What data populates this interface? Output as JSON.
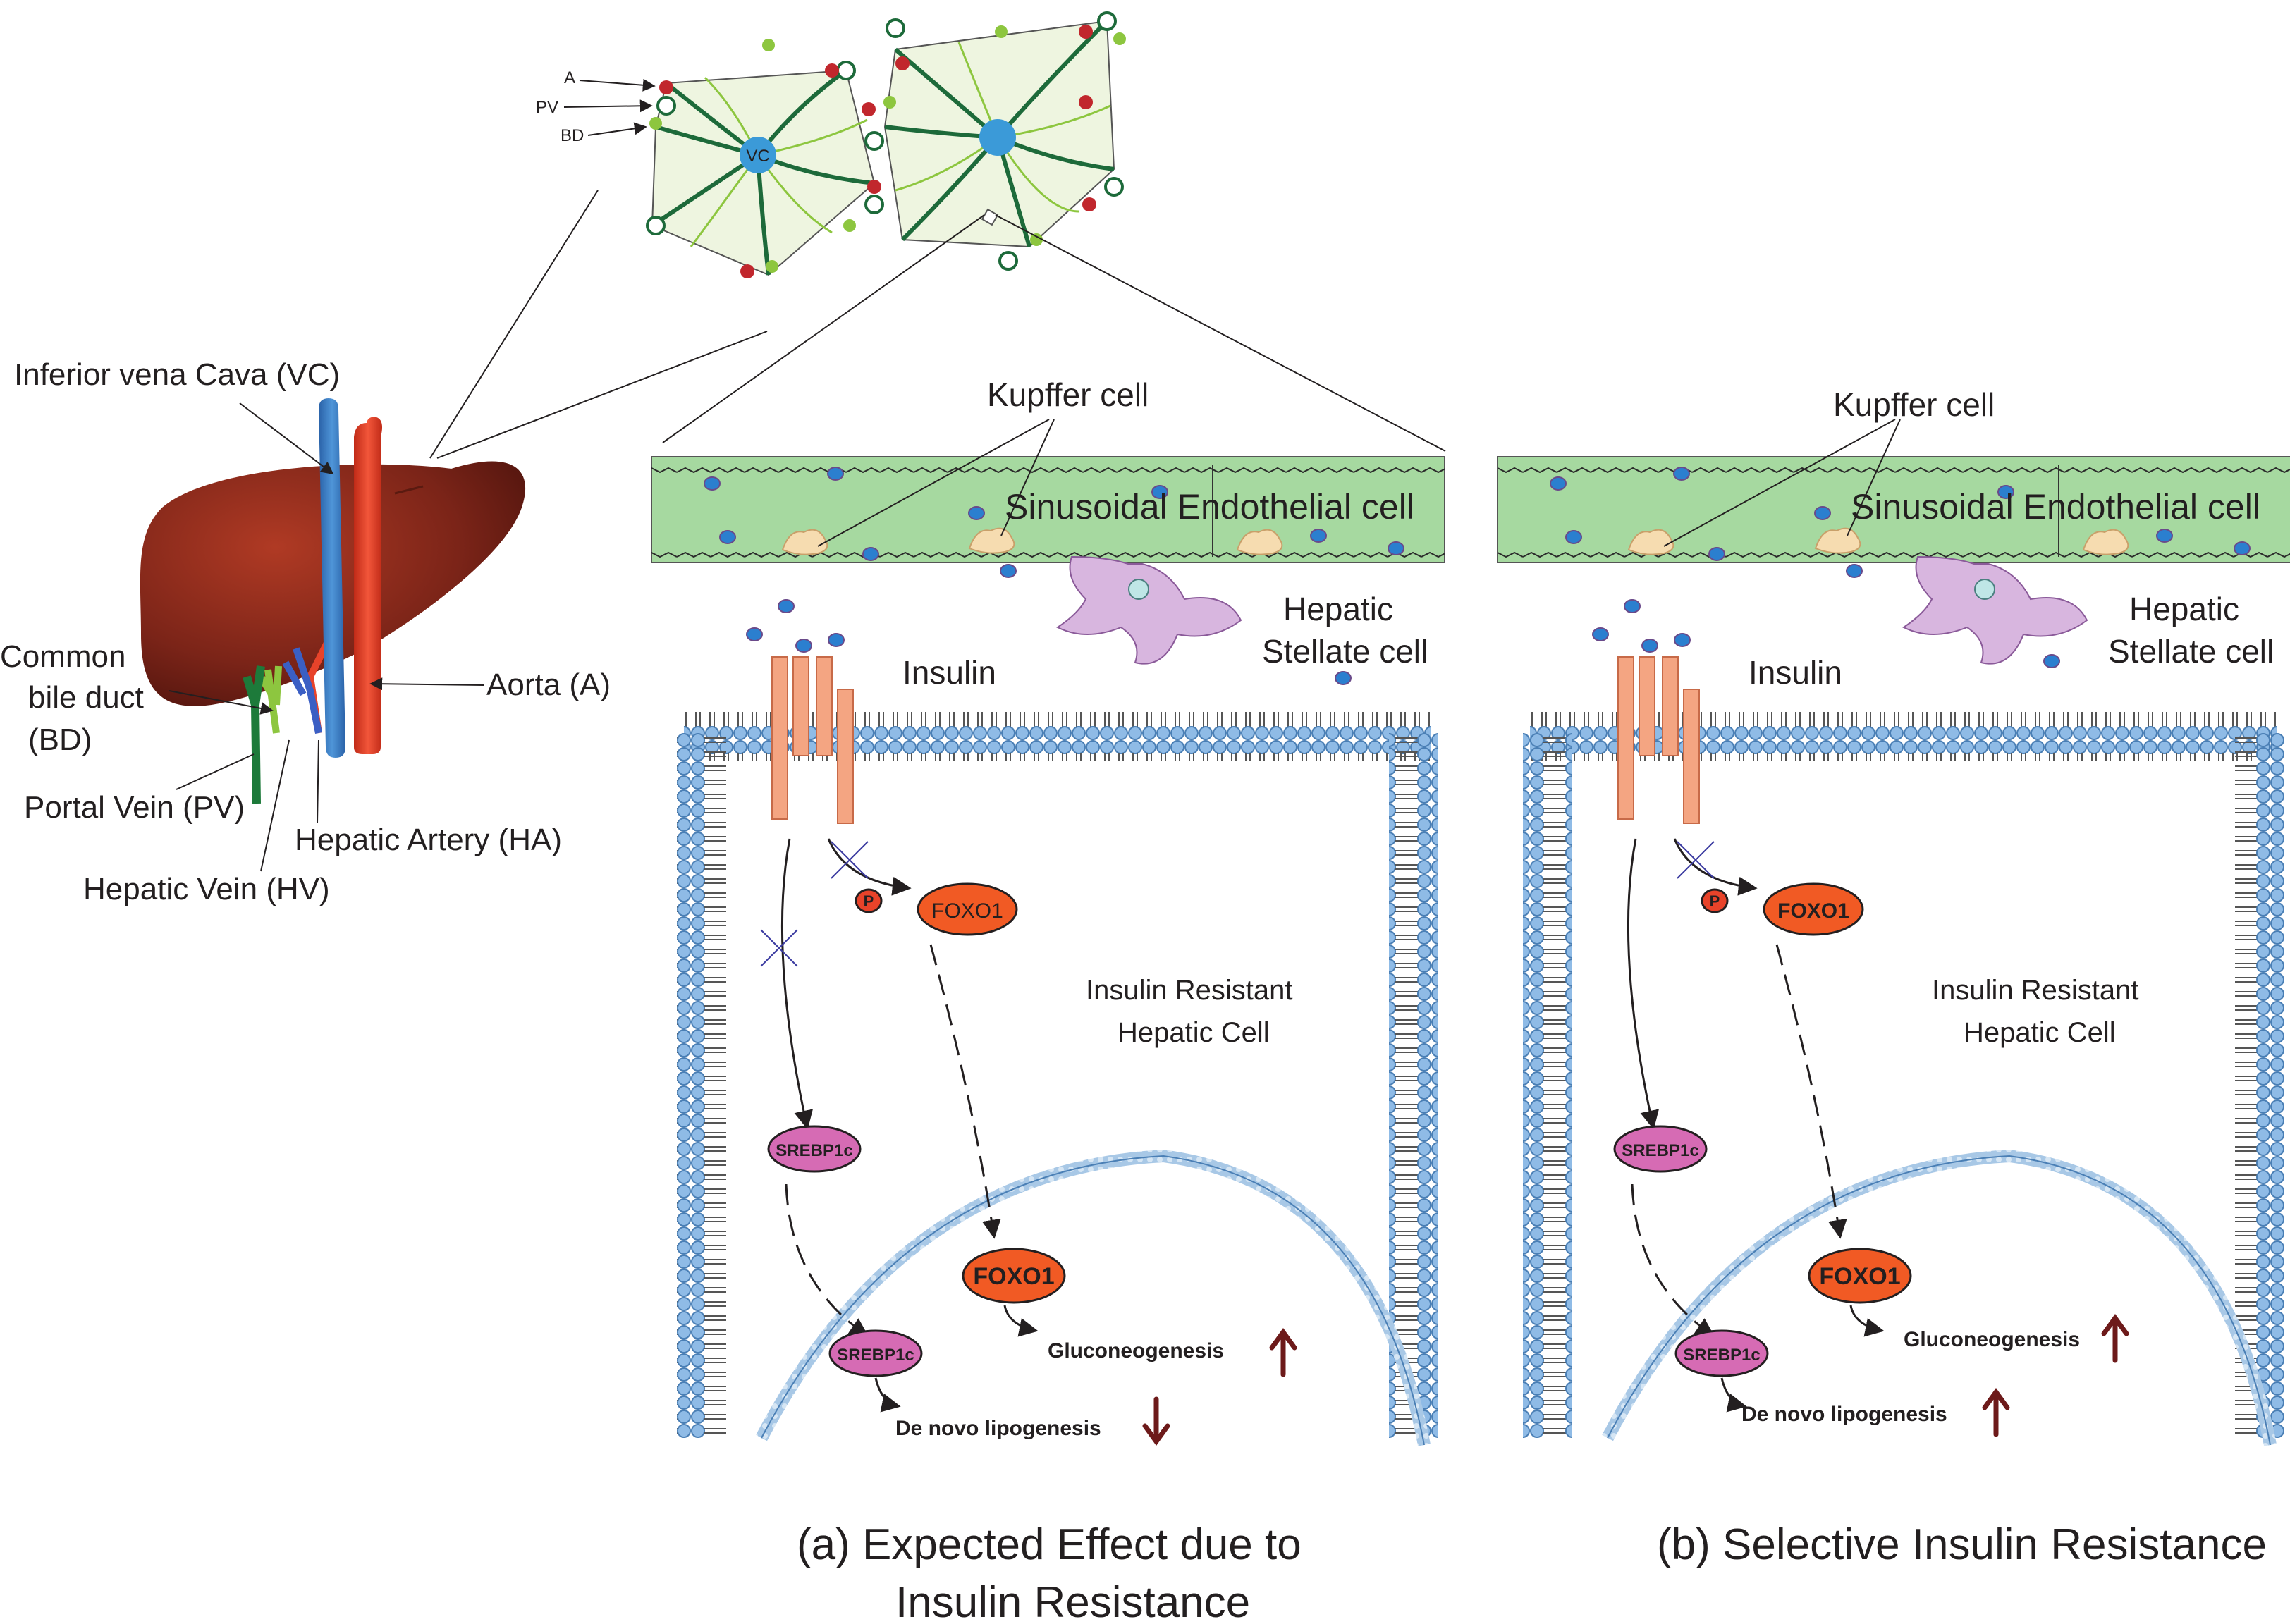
{
  "liver_anatomy": {
    "vena_cava": "Inferior vena Cava (VC)",
    "bile_duct_line1": "Common",
    "bile_duct_line2": "bile duct",
    "bile_duct_line3": "(BD)",
    "aorta": "Aorta (A)",
    "portal_vein": "Portal Vein (PV)",
    "hepatic_artery": "Hepatic Artery (HA)",
    "hepatic_vein": "Hepatic Vein (HV)"
  },
  "lobule": {
    "a": "A",
    "pv": "PV",
    "bd": "BD",
    "vc": "VC"
  },
  "panel_a": {
    "kupffer": "Kupffer cell",
    "sinusoidal": "Sinusoidal Endothelial cell",
    "stellate_line1": "Hepatic",
    "stellate_line2": "Stellate cell",
    "insulin": "Insulin",
    "cell_line1": "Insulin Resistant",
    "cell_line2": "Hepatic Cell",
    "p": "P",
    "foxo1_cyto": "FOXO1",
    "foxo1_nuc": "FOXO1",
    "srebp_cyto": "SREBP1c",
    "srebp_nuc": "SREBP1c",
    "gluconeogenesis": "Gluconeogenesis",
    "lipogenesis": "De novo lipogenesis",
    "caption_line1": "(a) Expected  Effect due to",
    "caption_line2": "Insulin Resistance"
  },
  "panel_b": {
    "kupffer": "Kupffer cell",
    "sinusoidal": "Sinusoidal Endothelial cell",
    "stellate_line1": "Hepatic",
    "stellate_line2": "Stellate cell",
    "insulin": "Insulin",
    "cell_line1": "Insulin Resistant",
    "cell_line2": "Hepatic Cell",
    "p": "P",
    "foxo1_cyto": "FOXO1",
    "foxo1_nuc": "FOXO1",
    "srebp_cyto": "SREBP1c",
    "srebp_nuc": "SREBP1c",
    "gluconeogenesis": "Gluconeogenesis",
    "lipogenesis": "De novo lipogenesis",
    "caption": "(b) Selective Insulin Resistance"
  },
  "colors": {
    "liver": "#7b2418",
    "vena_cava": "#3b7fc4",
    "aorta": "#e8432a",
    "portal_vein": "#1d7a3a",
    "bile_duct": "#8dc63f",
    "sinusoid": "#a6d9a0",
    "receptor": "#f4a582",
    "foxo1": "#f15a24",
    "srebp": "#d66bb4",
    "membrane_head": "#8fbbe6",
    "stellate": "#d8b6df",
    "arrow_up": "#6d1a1a"
  }
}
